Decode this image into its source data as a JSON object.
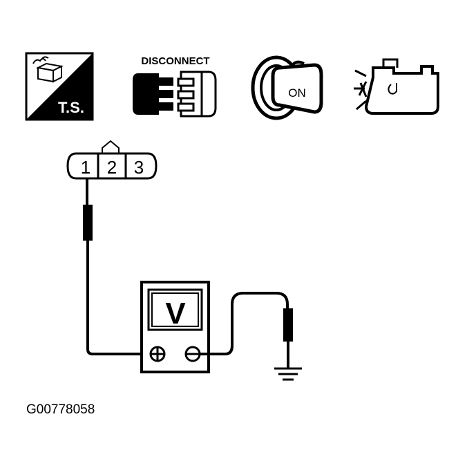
{
  "icons": {
    "ts_label": "T.S.",
    "disconnect_label": "DISCONNECT",
    "ignition_label": "ON"
  },
  "connector": {
    "pins": [
      "1",
      "2",
      "3"
    ]
  },
  "meter": {
    "symbol": "V",
    "positive_symbol": "⊕",
    "negative_symbol": "⊖"
  },
  "figure_id": "G00778058",
  "colors": {
    "ink": "#000000",
    "paper": "#ffffff"
  }
}
